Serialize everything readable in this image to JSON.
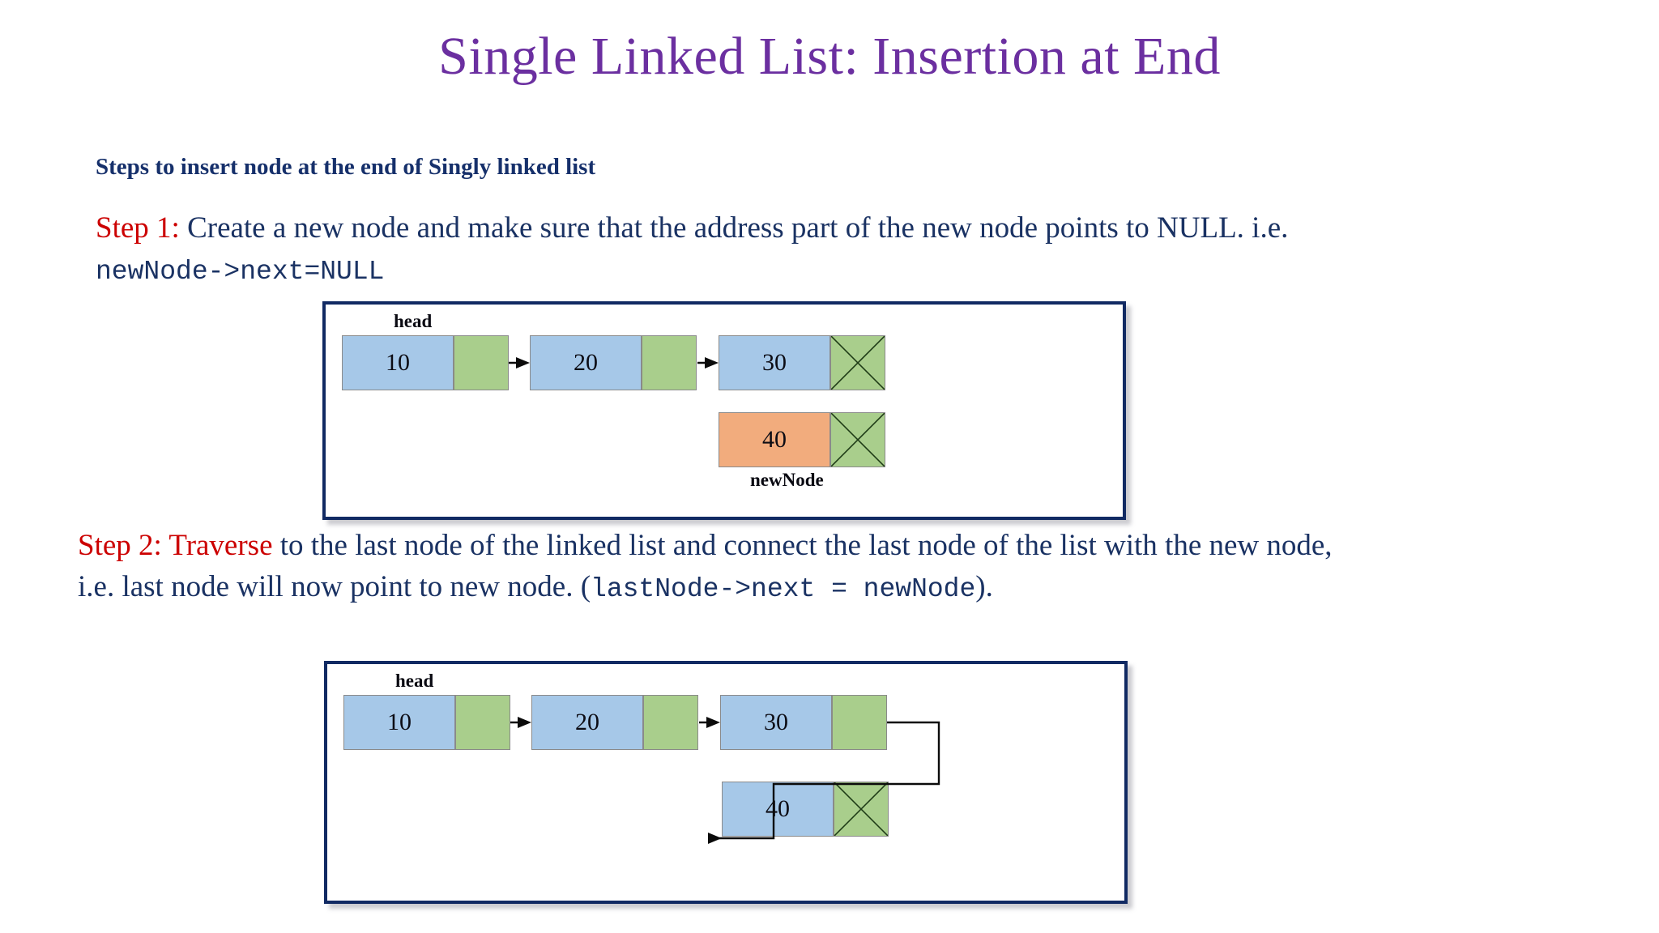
{
  "slide": {
    "title": "Single Linked List: Insertion at End",
    "title_color": "#6B2FA0",
    "heading": "Steps to insert node at the end of Singly linked list",
    "heading_color": "#16306B",
    "body_color": "#1A3263",
    "accent_red": "#CC0000"
  },
  "step1": {
    "label": "Step 1:",
    "text_a": " Create a new node and make sure that the address part of the new node points to NULL. i.e. ",
    "code": "newNode->next=NULL"
  },
  "step2": {
    "label": "Step 2: Traverse",
    "text_a": " to the last node of the linked list and connect the last node of the list with  the new node, i.e. last node will now point to new node. (",
    "code": "lastNode->next = newNode",
    "text_b": ")."
  },
  "diagram1": {
    "head_label": "head",
    "newnode_label": "newNode",
    "nodes": [
      {
        "value": "10",
        "data_color": "#A6C8E8",
        "ptr_color": "#A9CE8C",
        "ptr_null": false
      },
      {
        "value": "20",
        "data_color": "#A6C8E8",
        "ptr_color": "#A9CE8C",
        "ptr_null": false
      },
      {
        "value": "30",
        "data_color": "#A6C8E8",
        "ptr_color": "#A9CE8C",
        "ptr_null": true
      }
    ],
    "new_node": {
      "value": "40",
      "data_color": "#F2AC7D",
      "ptr_color": "#A9CE8C",
      "ptr_null": true
    },
    "arrows": [
      "10->20",
      "20->30"
    ],
    "frame_border_color": "#112A63"
  },
  "diagram2": {
    "head_label": "head",
    "nodes": [
      {
        "value": "10",
        "data_color": "#A6C8E8",
        "ptr_color": "#A9CE8C",
        "ptr_null": false
      },
      {
        "value": "20",
        "data_color": "#A6C8E8",
        "ptr_color": "#A9CE8C",
        "ptr_null": false
      },
      {
        "value": "30",
        "data_color": "#A6C8E8",
        "ptr_color": "#A9CE8C",
        "ptr_null": false
      }
    ],
    "new_node": {
      "value": "40",
      "data_color": "#A6C8E8",
      "ptr_color": "#A9CE8C",
      "ptr_null": true
    },
    "arrows": [
      "10->20",
      "20->30",
      "30->40 (elbow)"
    ],
    "frame_border_color": "#112A63"
  }
}
